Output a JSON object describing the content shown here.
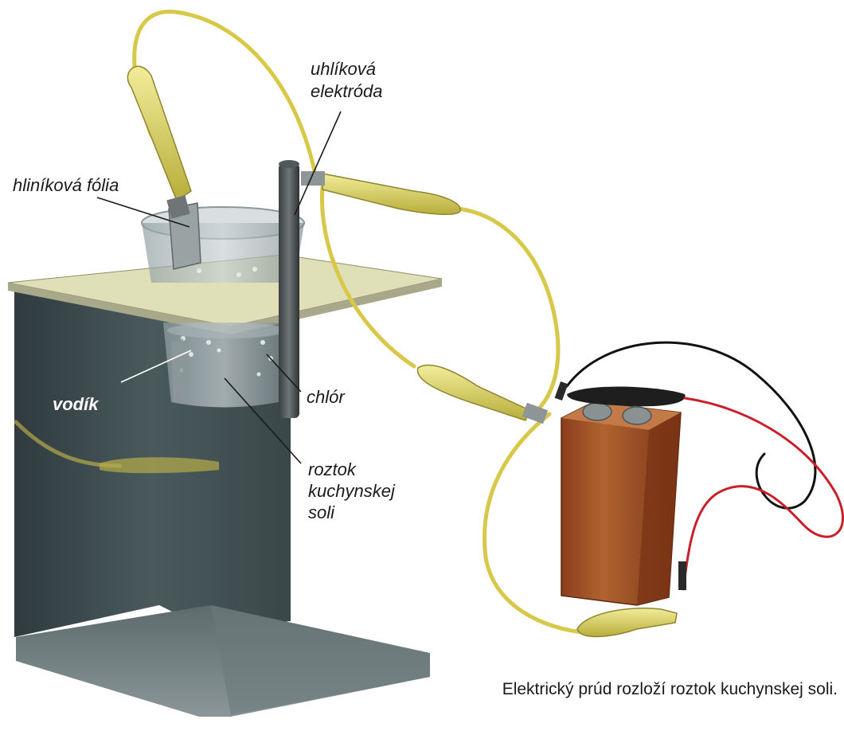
{
  "labels": {
    "carbon_electrode_line1": "uhlíková",
    "carbon_electrode_line2": "elektróda",
    "aluminium_foil": "hliníková fólia",
    "hydrogen": "vodík",
    "chlorine": "chlór",
    "solution_line1": "roztok",
    "solution_line2": "kuchynskej",
    "solution_line3": "soli"
  },
  "caption": "Elektrický prúd rozloží roztok kuchynskej soli.",
  "colors": {
    "wire_yellow": "#d8c84a",
    "clip_yellow": "#e6e07a",
    "stand_dark": "#3c4a4c",
    "stand_top": "#dfe0b8",
    "battery_body": "#a0522d",
    "wire_red": "#c8202a",
    "wire_black": "#111111"
  }
}
